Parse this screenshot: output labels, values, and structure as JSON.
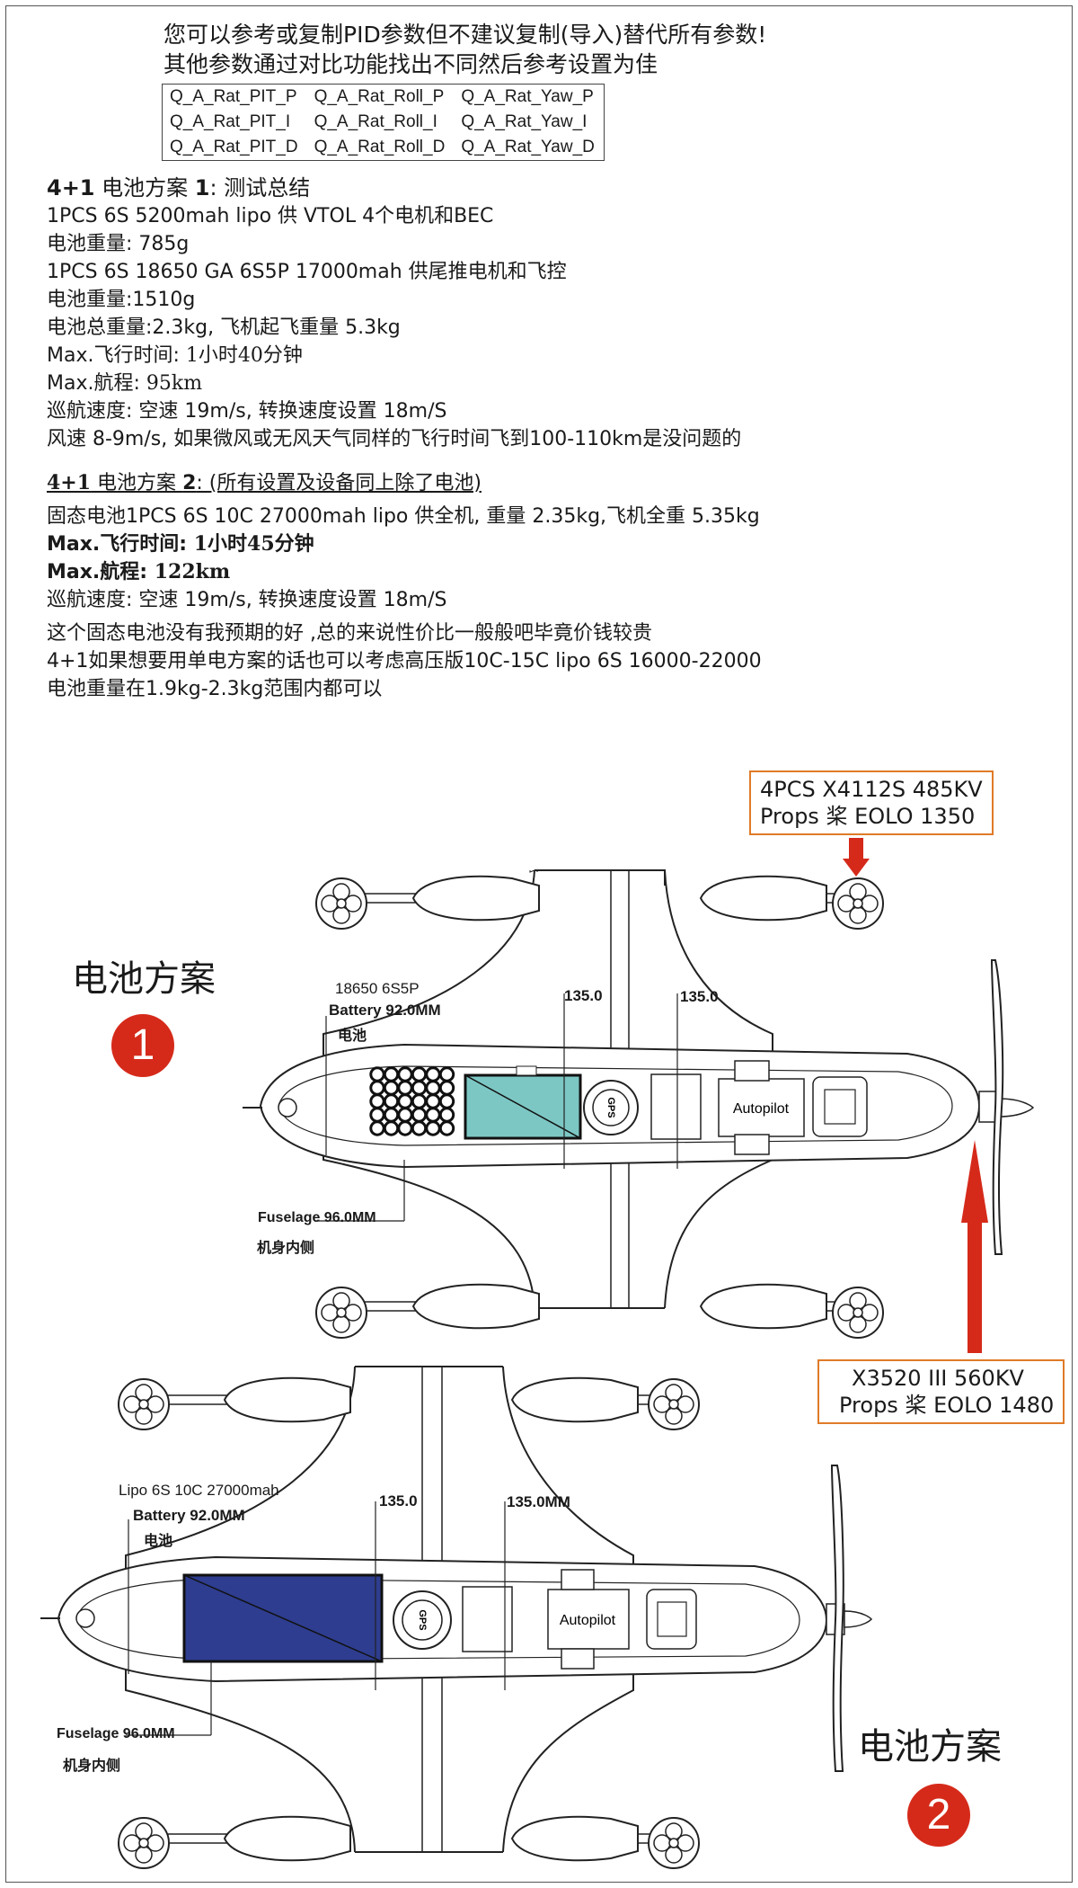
{
  "note": {
    "line1": "您可以参考或复制PID参数但不建议复制(导入)替代所有参数!",
    "line2": "其他参数通过对比功能找出不同然后参考设置为佳"
  },
  "pid_table": [
    [
      "Q_A_Rat_PIT_P",
      "Q_A_Rat_Roll_P",
      "Q_A_Rat_Yaw_P"
    ],
    [
      "Q_A_Rat_PIT_I",
      "Q_A_Rat_Roll_I",
      "Q_A_Rat_Yaw_I"
    ],
    [
      "Q_A_Rat_PIT_D",
      "Q_A_Rat_Roll_D",
      "Q_A_Rat_Yaw_D"
    ]
  ],
  "plan1": {
    "title_a": "4+1",
    "title_b": " 电池方案 ",
    "title_c": "1",
    "title_d": ": 测试总结",
    "line1": "1PCS 6S 5200mah lipo 供 VTOL 4个电机和BEC",
    "line2": "电池重量: 785g",
    "line3": "1PCS 6S 18650 GA 6S5P 17000mah 供尾推电机和飞控",
    "line4": "电池重量:1510g",
    "line5": "电池总重量:2.3kg, 飞机起飞重量  5.3kg",
    "line6_label": "Max.飞行时间: ",
    "line6_value": "1小时40分钟",
    "line7_label": "Max.航程: ",
    "line7_value": "95km",
    "line8": "巡航速度: 空速 19m/s, 转换速度设置 18m/S",
    "line9": "风速 8-9m/s, 如果微风或无风天气同样的飞行时间飞到100-110km是没问题的"
  },
  "plan2": {
    "title_a": "4+1",
    "title_b": " 电池方案 ",
    "title_c": "2",
    "title_d": ": (所有设置及设备同上除了电池)",
    "line1": "固态电池1PCS 6S 10C 27000mah lipo 供全机, 重量 2.35kg,飞机全重 5.35kg",
    "line2_label": "Max.飞行时间: ",
    "line2_value": "1小时45分钟",
    "line3_label": "Max.航程: ",
    "line3_value": "122km",
    "line4": "巡航速度: 空速 19m/s, 转换速度设置 18m/S",
    "line5": "这个固态电池没有我预期的好 ,总的来说性价比一般般吧毕竟价钱较贵",
    "line6": "4+1如果想要用单电方案的话也可以考虑高压版10C-15C lipo 6S 16000-22000",
    "line7": "电池重量在1.9kg-2.3kg范围内都可以"
  },
  "diagram": {
    "motor_label_1": "4PCS X4112S 485KV",
    "motor_label_2": "Props 桨 EOLO 1350",
    "pusher_label_1": "X3520 III 560KV",
    "pusher_label_2": "Props 桨 EOLO 1480",
    "scheme1_title": "电池方案",
    "scheme1_number": "1",
    "scheme2_title": "电池方案",
    "scheme2_number": "2",
    "d1_battery_type": "18650 6S5P",
    "d1_battery_dim": "Battery 92.0MM",
    "d1_battery_cn": "电池",
    "d1_dim_a": "135.0",
    "d1_dim_b": "135.0",
    "d1_fuselage_dim": "Fuselage 96.0MM",
    "d1_fuselage_cn": "机身内侧",
    "d1_gps": "GPS",
    "d1_autopilot": "Autopilot",
    "d2_battery_type": "Lipo 6S 10C 27000mah",
    "d2_battery_dim": "Battery 92.0MM",
    "d2_battery_cn": "电池",
    "d2_dim_a": "135.0",
    "d2_dim_b": "135.0MM",
    "d2_fuselage_dim": "Fuselage 96.0MM",
    "d2_fuselage_cn": "机身内侧",
    "d2_gps": "GPS",
    "d2_autopilot": "Autopilot",
    "colors": {
      "battery1": "#7cc7c4",
      "battery2": "#2e3d8f",
      "arrow": "#d52a1a",
      "box_border": "#e07b28"
    }
  }
}
